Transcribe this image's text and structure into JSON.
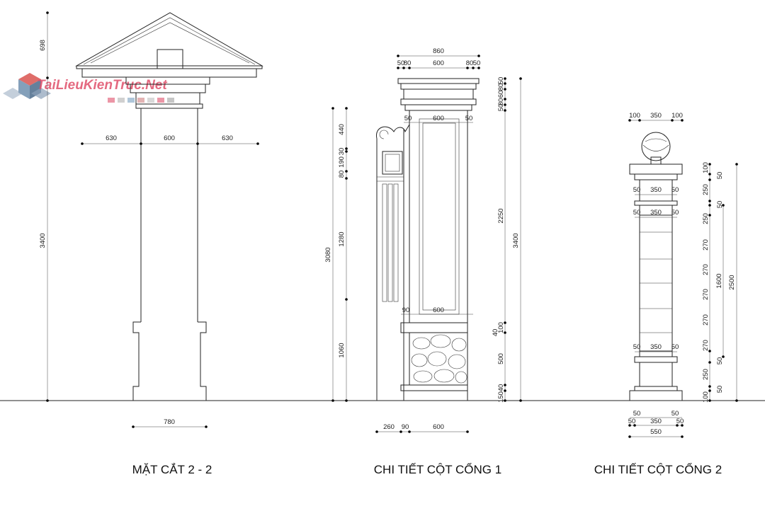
{
  "titles": {
    "section": "MẶT CẮT 2 - 2",
    "column1": "CHI TIẾT CỘT CỔNG 1",
    "column2": "CHI TIẾT CỘT CỔNG 2"
  },
  "watermark": "TaiLieuKienTruc.Net",
  "section_dims": {
    "top_height": "698",
    "total_height": "3400",
    "left": "630",
    "center": "600",
    "right": "630",
    "base": "780"
  },
  "col1_dims": {
    "top_total": "860",
    "top_a": "50",
    "top_b": "80",
    "top_c": "600",
    "top_d": "80",
    "top_e": "50",
    "r_a": "50",
    "r_b": "80",
    "r_c": "60",
    "r_d": "80",
    "r_e": "50",
    "r_2250": "2250",
    "r_3400": "3400",
    "r_100": "100",
    "r_40": "40",
    "r_500": "500",
    "r_150": "150",
    "r_40b": "40",
    "l_440": "440",
    "l_30": "30",
    "l_190": "190",
    "l_80": "80",
    "l_1280": "1280",
    "l_3080": "3080",
    "l_1060": "1060",
    "mid_50a": "50",
    "mid_600a": "600",
    "mid_50b": "50",
    "mid_90": "90",
    "mid_600b": "600",
    "bot_260": "260",
    "bot_90": "90",
    "bot_600": "600"
  },
  "col2_dims": {
    "top_100a": "100",
    "top_350": "350",
    "top_100b": "100",
    "a50": "50",
    "a350": "350",
    "a50b": "50",
    "b50": "50",
    "b350": "350",
    "b50b": "50",
    "c50": "50",
    "c350": "350",
    "c50b": "50",
    "bot_50a": "50",
    "bot_350": "350",
    "bot_50b": "50",
    "bot_50c": "50",
    "bot_50d": "50",
    "bot_550": "550",
    "r_50a": "50",
    "r_100": "100",
    "r_250a": "250",
    "r_50b": "50",
    "r_250b": "250",
    "r_270a": "270",
    "r_270b": "270",
    "r_270c": "270",
    "r_270d": "270",
    "r_270e": "270",
    "r_50c": "50",
    "r_250c": "250",
    "r_50d": "50",
    "r_100b": "100",
    "r_1600": "1600",
    "r_2500": "2500"
  }
}
